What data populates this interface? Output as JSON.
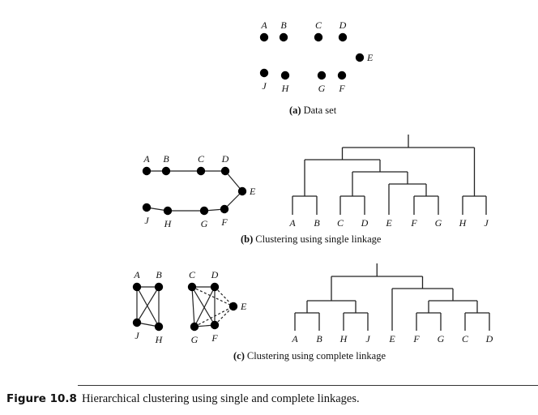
{
  "figure": {
    "number": "Figure 10.8",
    "caption": "Hierarchical clustering using single and complete linkages."
  },
  "panels": {
    "a": {
      "tag": "(a)",
      "caption": "Data set"
    },
    "b": {
      "tag": "(b)",
      "caption": "Clustering using single linkage"
    },
    "c": {
      "tag": "(c)",
      "caption": "Clustering using complete linkage"
    }
  },
  "points": [
    "A",
    "B",
    "C",
    "D",
    "E",
    "F",
    "G",
    "H",
    "J"
  ],
  "single_linkage": {
    "edges": [
      [
        "A",
        "B"
      ],
      [
        "B",
        "C"
      ],
      [
        "C",
        "D"
      ],
      [
        "D",
        "E"
      ],
      [
        "E",
        "F"
      ],
      [
        "F",
        "G"
      ],
      [
        "G",
        "H"
      ],
      [
        "H",
        "J"
      ]
    ],
    "dendrogram_leaf_order": [
      "A",
      "B",
      "C",
      "D",
      "E",
      "F",
      "G",
      "H",
      "J"
    ],
    "merges": [
      [
        "A",
        "B"
      ],
      [
        "C",
        "D"
      ],
      [
        "F",
        "G"
      ],
      [
        "H",
        "J"
      ],
      [
        "E",
        "FG"
      ],
      [
        "CD",
        "EFG"
      ],
      [
        "AB",
        "CDEFG"
      ],
      [
        "ABCDEFG",
        "HJ"
      ]
    ]
  },
  "complete_linkage": {
    "solid_edges": [
      [
        "A",
        "B"
      ],
      [
        "A",
        "J"
      ],
      [
        "A",
        "H"
      ],
      [
        "B",
        "J"
      ],
      [
        "B",
        "H"
      ],
      [
        "J",
        "H"
      ],
      [
        "C",
        "D"
      ],
      [
        "C",
        "G"
      ],
      [
        "C",
        "F"
      ],
      [
        "D",
        "G"
      ],
      [
        "D",
        "F"
      ],
      [
        "G",
        "F"
      ]
    ],
    "dashed_edges": [
      [
        "C",
        "E"
      ],
      [
        "D",
        "E"
      ],
      [
        "G",
        "E"
      ],
      [
        "F",
        "E"
      ]
    ],
    "dendrogram_leaf_order": [
      "A",
      "B",
      "H",
      "J",
      "E",
      "F",
      "G",
      "C",
      "D"
    ],
    "merges": [
      [
        "A",
        "B"
      ],
      [
        "H",
        "J"
      ],
      [
        "F",
        "G"
      ],
      [
        "C",
        "D"
      ],
      [
        "AB",
        "HJ"
      ],
      [
        "FG",
        "CD"
      ],
      [
        "E",
        "FGCD"
      ],
      [
        "ABHJ",
        "EFGCD"
      ]
    ]
  }
}
